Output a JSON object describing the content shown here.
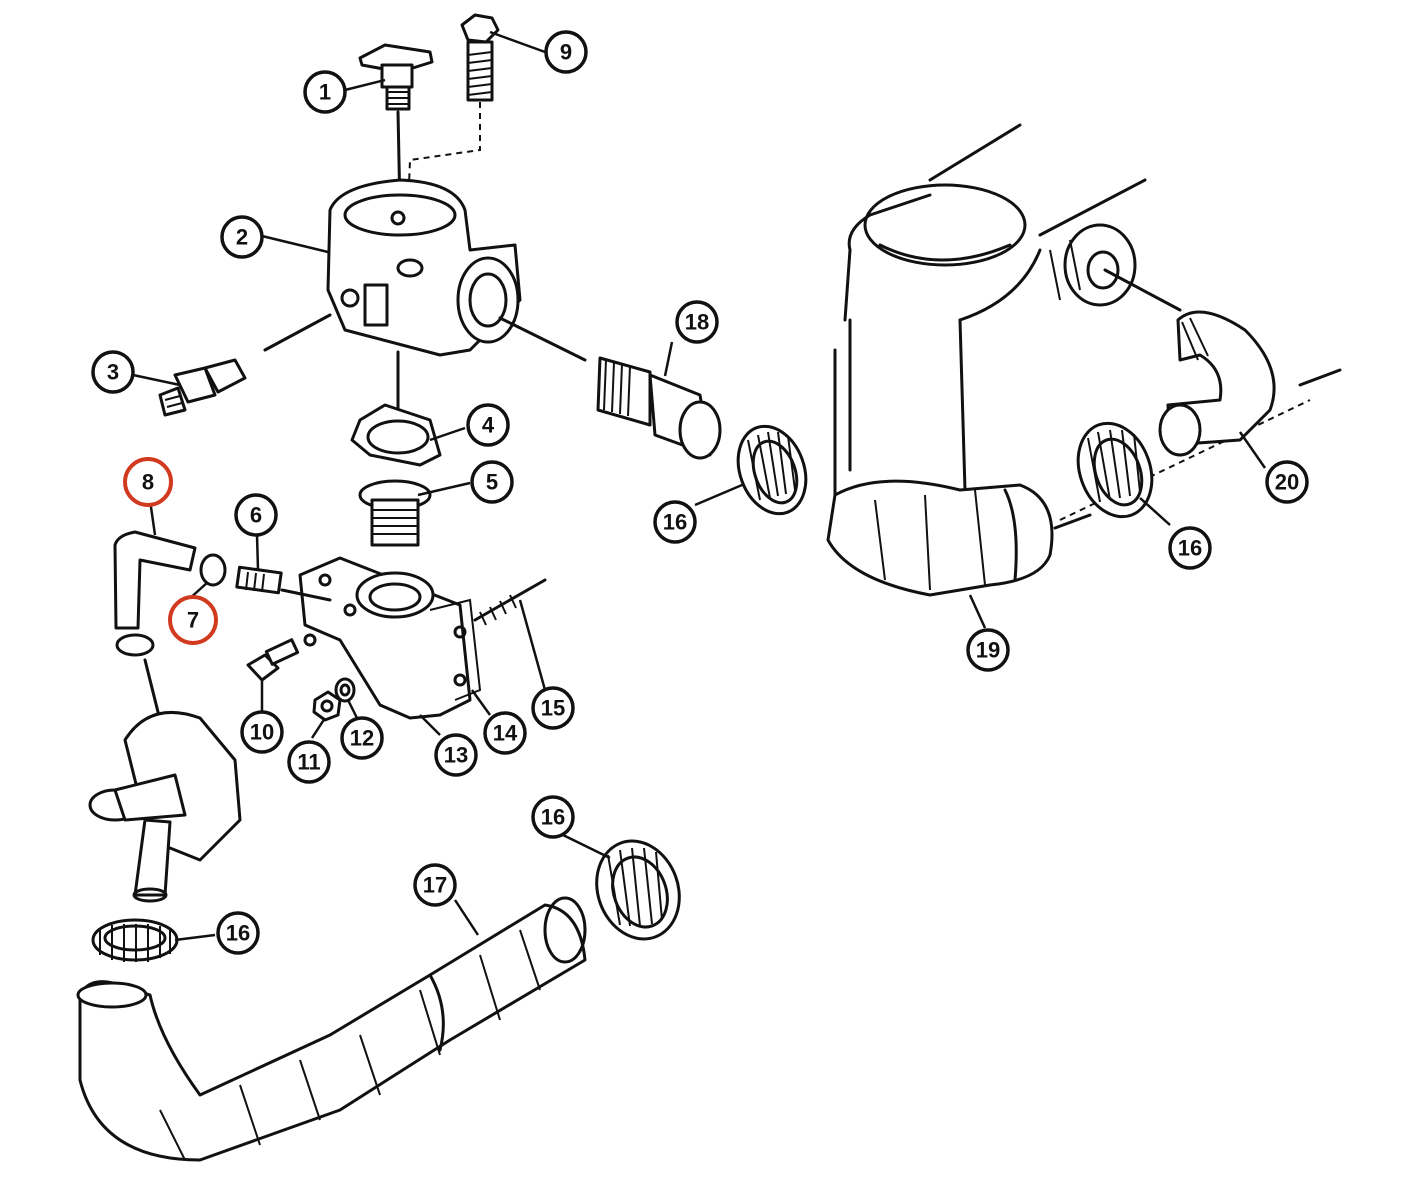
{
  "callouts": [
    {
      "id": "c1",
      "label": "1",
      "highlighted": false
    },
    {
      "id": "c2",
      "label": "2",
      "highlighted": false
    },
    {
      "id": "c3",
      "label": "3",
      "highlighted": false
    },
    {
      "id": "c4",
      "label": "4",
      "highlighted": false
    },
    {
      "id": "c5",
      "label": "5",
      "highlighted": false
    },
    {
      "id": "c6",
      "label": "6",
      "highlighted": false
    },
    {
      "id": "c7",
      "label": "7",
      "highlighted": true
    },
    {
      "id": "c8",
      "label": "8",
      "highlighted": true
    },
    {
      "id": "c9",
      "label": "9",
      "highlighted": false
    },
    {
      "id": "c10",
      "label": "10",
      "highlighted": false
    },
    {
      "id": "c11",
      "label": "11",
      "highlighted": false
    },
    {
      "id": "c12",
      "label": "12",
      "highlighted": false
    },
    {
      "id": "c13",
      "label": "13",
      "highlighted": false
    },
    {
      "id": "c14",
      "label": "14",
      "highlighted": false
    },
    {
      "id": "c15",
      "label": "15",
      "highlighted": false
    },
    {
      "id": "c16a",
      "label": "16",
      "highlighted": false
    },
    {
      "id": "c16b",
      "label": "16",
      "highlighted": false
    },
    {
      "id": "c16c",
      "label": "16",
      "highlighted": false
    },
    {
      "id": "c16d",
      "label": "16",
      "highlighted": false
    },
    {
      "id": "c17",
      "label": "17",
      "highlighted": false
    },
    {
      "id": "c18",
      "label": "18",
      "highlighted": false
    },
    {
      "id": "c19",
      "label": "19",
      "highlighted": false
    },
    {
      "id": "c20",
      "label": "20",
      "highlighted": false
    }
  ],
  "colors": {
    "line": "#111111",
    "highlight": "#d23a1f",
    "background": "#ffffff"
  }
}
